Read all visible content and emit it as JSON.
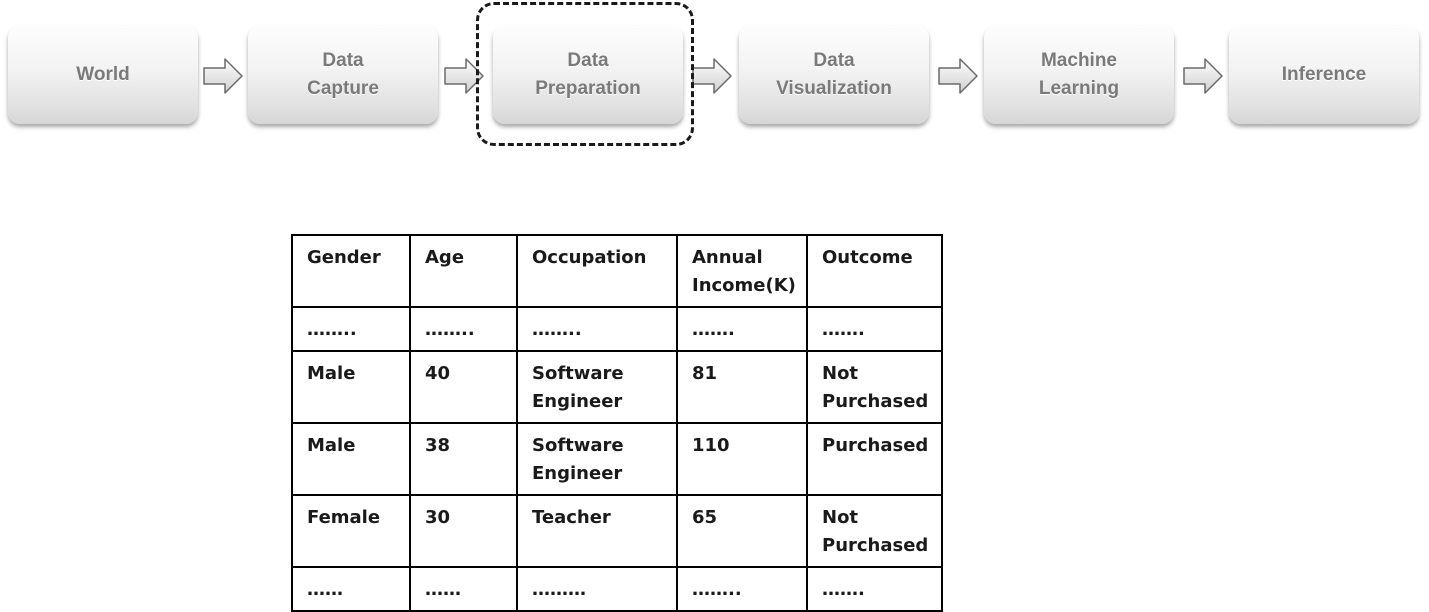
{
  "pipeline": {
    "steps": [
      {
        "label": "World"
      },
      {
        "label": "Data\nCapture"
      },
      {
        "label": "Data\nPreparation"
      },
      {
        "label": "Data\nVisualization"
      },
      {
        "label": "Machine\nLearning"
      },
      {
        "label": "Inference"
      }
    ],
    "highlighted_step": "Data\nPreparation"
  },
  "table": {
    "headers": [
      "Gender",
      "Age",
      "Occupation",
      "Annual\nIncome(K)",
      "Outcome"
    ],
    "rows": [
      [
        "……..",
        "……..",
        "……..",
        "…….",
        "……."
      ],
      [
        "Male",
        "40",
        "Software\nEngineer",
        "81",
        "Not\nPurchased"
      ],
      [
        "Male",
        "38",
        "Software\nEngineer",
        "110",
        "Purchased"
      ],
      [
        "Female",
        "30",
        "Teacher",
        "65",
        "Not\nPurchased"
      ],
      [
        "……",
        "……",
        "………",
        "……..",
        "……."
      ]
    ]
  }
}
